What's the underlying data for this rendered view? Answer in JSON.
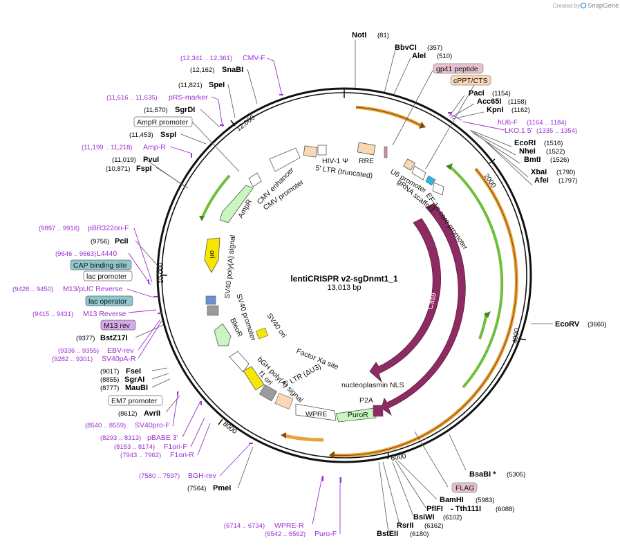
{
  "branding": {
    "created_by": "Created by",
    "app_name": "SnapGene"
  },
  "plasmid": {
    "name": "lentiCRISPR v2-sgDnmt1_1",
    "length": "13,013 bp"
  },
  "ring_ticks": [
    "2000",
    "4000",
    "6000",
    "8000",
    "10,000",
    "12,000"
  ],
  "colors": {
    "primer": "#9b2fd1",
    "cas9": "#8e2b62",
    "orange_arc": "#e8a33c",
    "green_arc": "#6fbf3d",
    "yellow_feature": "#f7e600",
    "light_green": "#c8f5c0",
    "peach": "#fbd7b5"
  },
  "enzymes": [
    {
      "name": "NotI",
      "pos": "(81)"
    },
    {
      "name": "BbvCI",
      "pos": "(357)"
    },
    {
      "name": "AleI",
      "pos": "(510)"
    },
    {
      "name": "PacI",
      "pos": "(1154)"
    },
    {
      "name": "Acc65I",
      "pos": "(1158)"
    },
    {
      "name": "KpnI",
      "pos": "(1162)"
    },
    {
      "name": "EcoRI",
      "pos": "(1516)"
    },
    {
      "name": "NheI",
      "pos": "(1522)"
    },
    {
      "name": "BmtI",
      "pos": "(1526)"
    },
    {
      "name": "XbaI",
      "pos": "(1790)"
    },
    {
      "name": "AfeI",
      "pos": "(1797)"
    },
    {
      "name": "EcoRV",
      "pos": "(3660)"
    },
    {
      "name": "BsaBI *",
      "pos": "(5305)"
    },
    {
      "name": "BamHI",
      "pos": "(5983)"
    },
    {
      "name": "PflFI",
      "pos": "- Tth111I",
      "pos2": "(6088)"
    },
    {
      "name": "BsiWI",
      "pos": "(6102)"
    },
    {
      "name": "RsrII",
      "pos": "(6162)"
    },
    {
      "name": "BstEII",
      "pos": "(6180)"
    },
    {
      "name": "PmeI",
      "pos": "(7564)"
    },
    {
      "name": "AvrII",
      "pos": "(8612)"
    },
    {
      "name": "MauBI",
      "pos": "(8777)"
    },
    {
      "name": "SgrAI",
      "pos": "(8855)"
    },
    {
      "name": "FseI",
      "pos": "(9017)"
    },
    {
      "name": "BstZ17I",
      "pos": "(9377)"
    },
    {
      "name": "PciI",
      "pos": "(9756)"
    },
    {
      "name": "FspI",
      "pos": "(10,871)"
    },
    {
      "name": "PvuI",
      "pos": "(11,019)"
    },
    {
      "name": "SspI",
      "pos": "(11,453)"
    },
    {
      "name": "SgrDI",
      "pos": "(11,570)"
    },
    {
      "name": "SpeI",
      "pos": "(11,821)"
    },
    {
      "name": "SnaBI",
      "pos": "(12,162)"
    }
  ],
  "primers": [
    {
      "range": "(12,341 .. 12,361)",
      "name": "CMV-F"
    },
    {
      "range": "(11,616 .. 11,635)",
      "name": "pRS-marker"
    },
    {
      "range": "(11,199 .. 11,218)",
      "name": "Amp-R"
    },
    {
      "range": "(9897 .. 9916)",
      "name": "pBR322ori-F"
    },
    {
      "range": "(9646 .. 9663)",
      "name": "L4440"
    },
    {
      "range": "(9428 .. 9450)",
      "name": "M13/pUC Reverse"
    },
    {
      "range": "(9415 .. 9431)",
      "name": "M13 Reverse"
    },
    {
      "range": "(9336 .. 9355)",
      "name": "EBV-rev"
    },
    {
      "range": "(9282 .. 9301)",
      "name": "SV40pA-R"
    },
    {
      "range": "(8540 .. 8559)",
      "name": "SV40pro-F"
    },
    {
      "range": "(8293 .. 8313)",
      "name": "pBABE 3'"
    },
    {
      "range": "(8153 .. 8174)",
      "name": "F1ori-F"
    },
    {
      "range": "(7943 .. 7962)",
      "name": "F1ori-R"
    },
    {
      "range": "(7580 .. 7597)",
      "name": "BGH-rev"
    },
    {
      "range": "(6714 .. 6734)",
      "name": "WPRE-R"
    },
    {
      "range": "(6542 .. 6562)",
      "name": "Puro-F"
    },
    {
      "range": "(1164 .. 1184)",
      "name": "hU6-F"
    },
    {
      "range": "(1335 .. 1354)",
      "name": "LKO.1 5'"
    }
  ],
  "boxed_labels": [
    {
      "text": "gp41 peptide",
      "kind": "pink"
    },
    {
      "text": "cPPT/CTS",
      "kind": "peach"
    },
    {
      "text": "AmpR promoter",
      "kind": "white"
    },
    {
      "text": "CAP binding site",
      "kind": "teal"
    },
    {
      "text": "lac promoter",
      "kind": "white"
    },
    {
      "text": "lac operator",
      "kind": "teal"
    },
    {
      "text": "M13 rev",
      "kind": "purple"
    },
    {
      "text": "EM7 promoter",
      "kind": "white"
    },
    {
      "text": "FLAG",
      "kind": "pink"
    }
  ],
  "features": {
    "hiv_psi": "HIV-1 Ψ",
    "rre": "RRE",
    "ltr5": "5' LTR (truncated)",
    "u6": "U6 promoter",
    "grna": "gRNA scaffold",
    "ef1a": "EF-1α core promoter",
    "cas9_inner": "Cas9",
    "cas9_outer": "Cas9",
    "nls": "nucleoplasmin NLS",
    "p2a": "P2A",
    "puror": "PuroR",
    "wpre": "WPRE",
    "ltr3": "3' LTR (ΔU3)",
    "factor_xa": "Factor Xa site",
    "bgh": "bGH poly(A) signal",
    "f1ori": "f1 ori",
    "sv40ori": "SV40 ori",
    "bleor": "BleoR",
    "sv40prom": "SV40 promoter",
    "sv40polya": "SV40 poly(A) signal",
    "ori": "ori",
    "ampr": "AmpR",
    "cmv_enh": "CMV enhancer",
    "cmv_prom": "CMV promoter"
  }
}
